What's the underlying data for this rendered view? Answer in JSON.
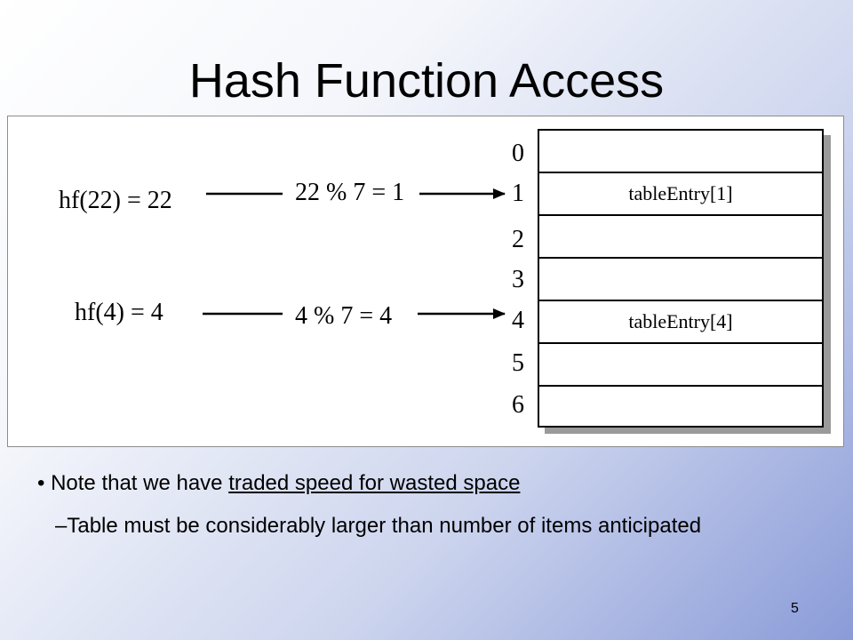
{
  "slide": {
    "title": "Hash Function Access",
    "page_number": "5"
  },
  "diagram": {
    "mappings": [
      {
        "hash": "hf(22) = 22",
        "mod": "22 % 7 = 1",
        "target_index": 1
      },
      {
        "hash": "hf(4) = 4",
        "mod": "4 % 7 = 4",
        "target_index": 4
      }
    ],
    "table": {
      "indices": [
        "0",
        "1",
        "2",
        "3",
        "4",
        "5",
        "6"
      ],
      "entries": [
        "",
        "tableEntry[1]",
        "",
        "",
        "tableEntry[4]",
        "",
        ""
      ]
    }
  },
  "notes": {
    "bullet_prefix": "Note that we have ",
    "bullet_underlined": "traded speed for wasted space",
    "sub_point": "–Table must be considerably larger than number of items anticipated"
  }
}
